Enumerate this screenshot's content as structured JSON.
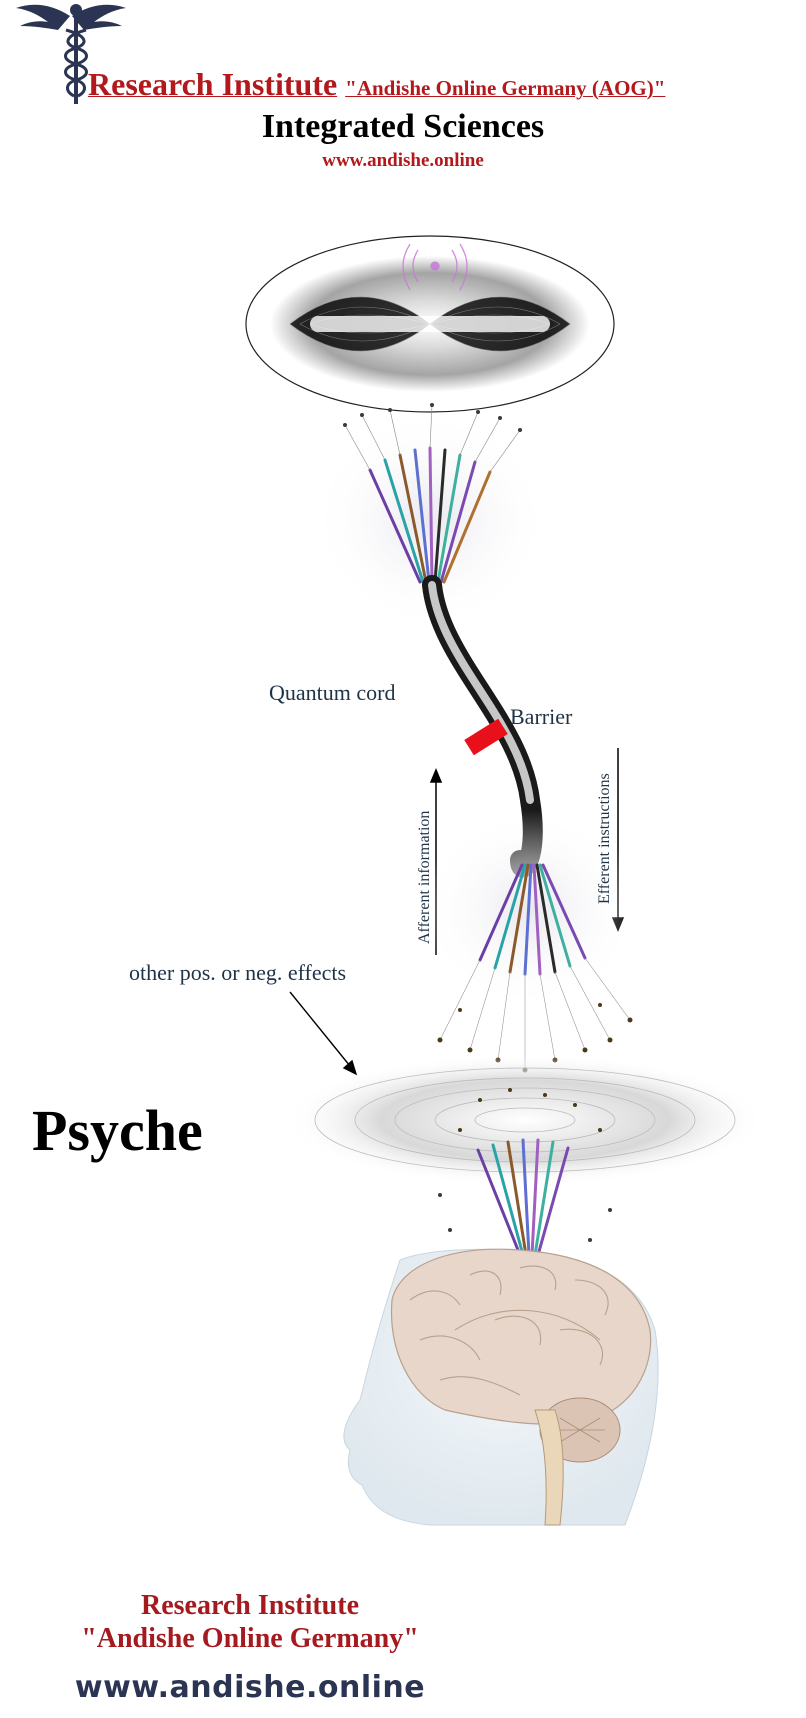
{
  "header": {
    "title_main": "Research Institute",
    "title_quote": "\"Andishe Online Germany (AOG)\"",
    "subtitle": "Integrated Sciences",
    "url": "www.andishe.online"
  },
  "diagram": {
    "label_quantum_cord": "Quantum cord",
    "label_barrier": "Barrier",
    "label_afferent": "Afferent information",
    "label_efferent": "Efferent instructions",
    "label_effects": "other pos. or neg. effects",
    "label_psyche": "Psyche"
  },
  "footer": {
    "line1": "Research Institute",
    "line2": "\"Andishe Online Germany\"",
    "url": "www.andishe.online"
  },
  "colors": {
    "brand_red": "#b3191c",
    "label_blue": "#1f3347",
    "barrier_red": "#e8101b",
    "footer_navy": "#2b3553"
  },
  "icons": [
    "caduceus-icon"
  ]
}
